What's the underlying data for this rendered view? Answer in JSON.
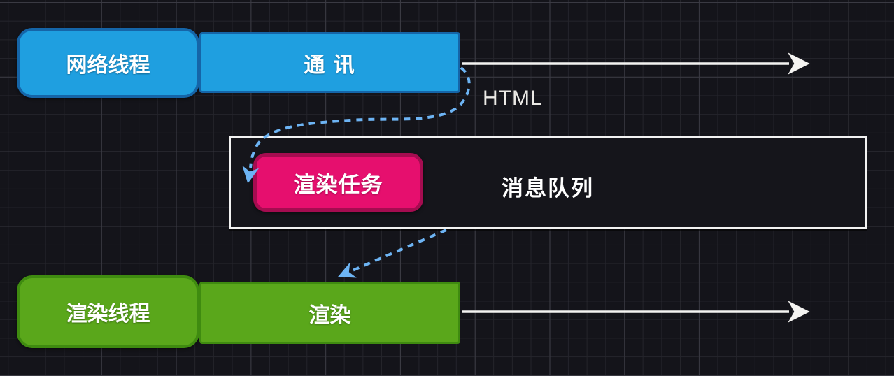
{
  "diagram": {
    "nodes": {
      "network_thread": "网络线程",
      "communication": "通 讯",
      "render_task": "渲染任务",
      "message_queue": "消息队列",
      "render_thread": "渲染线程",
      "render": "渲染"
    },
    "labels": {
      "html": "HTML"
    },
    "colors": {
      "background": "#14141a",
      "grid_minor": "#24242b",
      "grid_major": "#3a3a43",
      "blue_fill": "#1f9fe0",
      "blue_border": "#1565a8",
      "green_fill": "#5aa71b",
      "green_border": "#3f8b10",
      "pink_fill": "#e60f6e",
      "pink_border": "#a50c50",
      "queue_border": "#f2f2f2",
      "queue_fill": "#15151b",
      "solid_arrow": "#f4f3f1",
      "dashed_arrow": "#6db4f4",
      "text": "#ffffff"
    }
  }
}
